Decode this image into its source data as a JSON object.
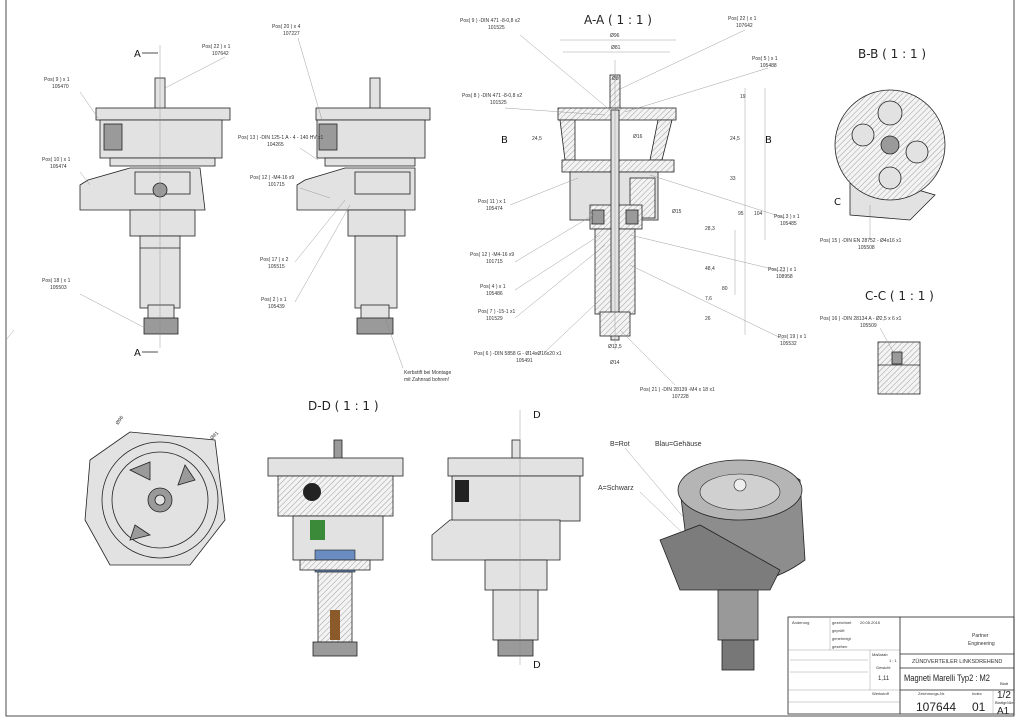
{
  "views": {
    "aa_title": "A-A ( 1 : 1 )",
    "bb_title": "B-B ( 1 : 1 )",
    "cc_title": "C-C ( 1 : 1 )",
    "dd_title": "D-D ( 1 : 1 )",
    "marker_a": "A",
    "marker_b": "B",
    "marker_c": "C",
    "marker_d": "D"
  },
  "callouts": [
    {
      "pos": "Pos( 22 ) x 1",
      "num": "107642"
    },
    {
      "pos": "Pos( 9 ) x 1",
      "num": "105470"
    },
    {
      "pos": "Pos( 10 ) x 1",
      "num": "105474"
    },
    {
      "pos": "Pos( 18 ) x 1",
      "num": "105503"
    },
    {
      "pos": "Pos( 20 ) x 4",
      "num": "107227"
    },
    {
      "pos": "Pos( 13 ) -DIN 125-1 A - 4 - 140 HV x1",
      "num": "104265"
    },
    {
      "pos": "Pos( 12 ) -M4-16 x9",
      "num": "101715"
    },
    {
      "pos": "Pos( 17 ) x 2",
      "num": "105515"
    },
    {
      "pos": "Pos( 2 ) x 1",
      "num": "105439"
    },
    {
      "pos": "Kerbstift bei Montage",
      "num": "mit Zahnrad bohren!"
    },
    {
      "pos": "Pos( 9 ) -DIN 471 -8-0,8 x2",
      "num": "101525"
    },
    {
      "pos": "Pos( 22 ) x 1",
      "num": "107642"
    },
    {
      "pos": "Pos( 5 ) x 1",
      "num": "105488"
    },
    {
      "pos": "Pos( 8 ) -DIN 471 -8-0,8 x2",
      "num": "101525"
    },
    {
      "pos": "Pos( 11 ) x 1",
      "num": "105474"
    },
    {
      "pos": "Pos( 3 ) x 1",
      "num": "105485"
    },
    {
      "pos": "Pos( 12 ) -M4-16 x9",
      "num": "101715"
    },
    {
      "pos": "Pos( 23 ) x 1",
      "num": "108958"
    },
    {
      "pos": "Pos( 4 ) x 1",
      "num": "105486"
    },
    {
      "pos": "Pos( 7 ) -15-1 x1",
      "num": "101529"
    },
    {
      "pos": "Pos( 6 ) -DIN 5858 G - Ø14xØ16x20 x1",
      "num": "105491"
    },
    {
      "pos": "Pos( 19 ) x 1",
      "num": "105532"
    },
    {
      "pos": "Pos( 21 ) -DIN 28139 -M4 x 18 x1",
      "num": "107228"
    },
    {
      "pos": "Pos( 15 ) -DIN EN 28752 - Ø4x16 x1",
      "num": "105508"
    },
    {
      "pos": "Pos( 16 ) -DIN 28134 A - Ø2,5 x 6 x1",
      "num": "105509"
    }
  ],
  "dimensions": {
    "d96": "Ø96",
    "d81": "Ø81",
    "d8": "Ø8",
    "d16": "Ø16",
    "d15": "Ø15",
    "d12_5": "Ø12,5",
    "d14": "Ø14",
    "h24_5": "24,5",
    "h24_5r": "24,5",
    "h19": "19",
    "h33": "33",
    "h95": "95",
    "h104": "104",
    "h48_4": "48,4",
    "h80": "80",
    "h28_3": "28,3",
    "h7_6": "7,6",
    "h26": "26",
    "front_d96": "Ø96",
    "front_d81": "Ø81"
  },
  "colour_notes": {
    "b": "B=Rot",
    "housing": "Blau=Gehäuse",
    "a": "A=Schwarz"
  },
  "title_block": {
    "drawn": "gezeichnet",
    "date": "20.05.2015",
    "checked": "geprüft",
    "approved": "genehmigt",
    "seen": "gesehen",
    "changes": "Änderung",
    "scale_label": "Maßstab",
    "scale": "1 : 1",
    "weight_label": "Gewicht",
    "weight": "1,11",
    "company_1": "Partner",
    "company_2": "Engineering",
    "name_1": "ZÜNDVERTEILER LINKSDREHEND",
    "name_2": "Magneti Marelli Typ2 : M2",
    "drawing_no_label": "Zeichnungs-Nr.",
    "drawing_no": "107644",
    "index_label": "Index",
    "index": "01",
    "sheet_label": "Blatt",
    "sheet": "1/2",
    "size_label": "Blattgröße",
    "size": "A1",
    "material_label": "Werkstoff"
  }
}
